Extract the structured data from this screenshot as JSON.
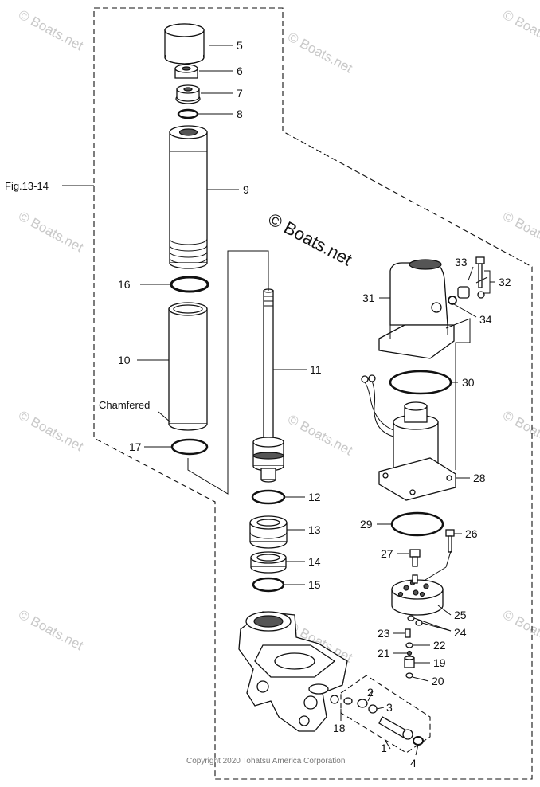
{
  "callouts": {
    "c1": "1",
    "c2": "2",
    "c3": "3",
    "c4": "4",
    "c5": "5",
    "c6": "6",
    "c7": "7",
    "c8": "8",
    "c9": "9",
    "c10": "10",
    "c11": "11",
    "c12": "12",
    "c13": "13",
    "c14": "14",
    "c15": "15",
    "c16": "16",
    "c17": "17",
    "c18": "18",
    "c19": "19",
    "c20": "20",
    "c21": "21",
    "c22": "22",
    "c23": "23",
    "c24": "24",
    "c25": "25",
    "c26": "26",
    "c27": "27",
    "c28": "28",
    "c29": "29",
    "c30": "30",
    "c31": "31",
    "c32": "32",
    "c33": "33",
    "c34": "34"
  },
  "labels": {
    "figure_ref": "Fig.13-14",
    "chamfered": "Chamfered"
  },
  "watermark": {
    "center_text": "© Boats.net",
    "faint_text": "© Boats.net"
  },
  "footer": {
    "copyright": "Copyright 2020 Tohatsu America Corporation"
  },
  "colors": {
    "line": "#111111",
    "watermark": "#c9c9c9"
  }
}
